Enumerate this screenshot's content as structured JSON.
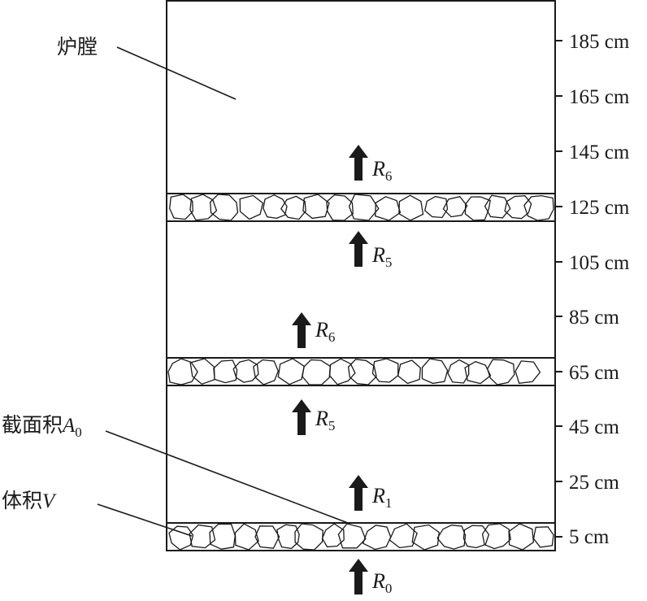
{
  "labels": {
    "furnace": "炉膛",
    "cross_section_prefix": "截面积",
    "cross_section_var": "A",
    "cross_section_sub": "0",
    "volume_prefix": "体积",
    "volume_var": "V"
  },
  "scale_ticks": [
    "185 cm",
    "165 cm",
    "145 cm",
    "125 cm",
    "105 cm",
    "85 cm",
    "65 cm",
    "45 cm",
    "25 cm",
    "5 cm"
  ],
  "arrows": [
    {
      "var": "R",
      "sub": "6"
    },
    {
      "var": "R",
      "sub": "5"
    },
    {
      "var": "R",
      "sub": "6"
    },
    {
      "var": "R",
      "sub": "5"
    },
    {
      "var": "R",
      "sub": "1"
    },
    {
      "var": "R",
      "sub": "0"
    }
  ],
  "colors": {
    "line": "#1a1a1a",
    "arrow": "#1a1a1a"
  }
}
